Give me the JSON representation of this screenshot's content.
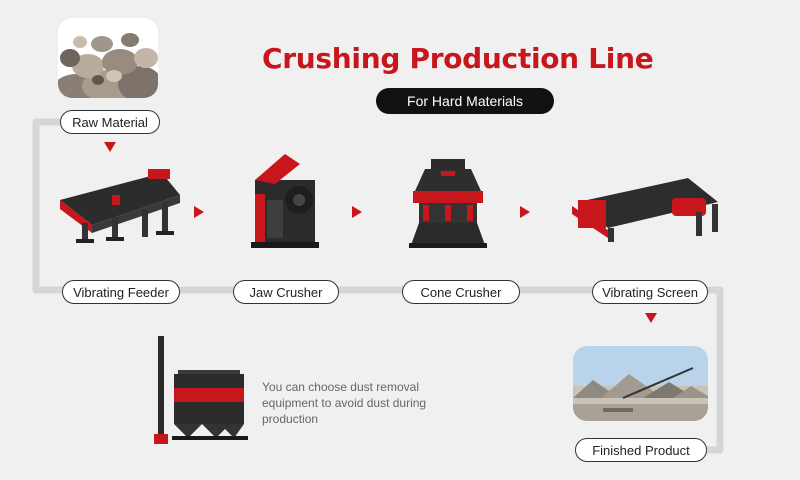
{
  "title": "Crushing Production Line",
  "subtitle": "For Hard Materials",
  "stages": {
    "raw_material": "Raw Material",
    "vibrating_feeder": "Vibrating Feeder",
    "jaw_crusher": "Jaw Crusher",
    "cone_crusher": "Cone Crusher",
    "vibrating_screen": "Vibrating Screen",
    "finished_product": "Finished Product"
  },
  "note": "You can choose dust removal equipment to avoid dust during production",
  "colors": {
    "accent": "#c8161d",
    "dark": "#2a2a2a",
    "line": "#d6d6d6"
  }
}
